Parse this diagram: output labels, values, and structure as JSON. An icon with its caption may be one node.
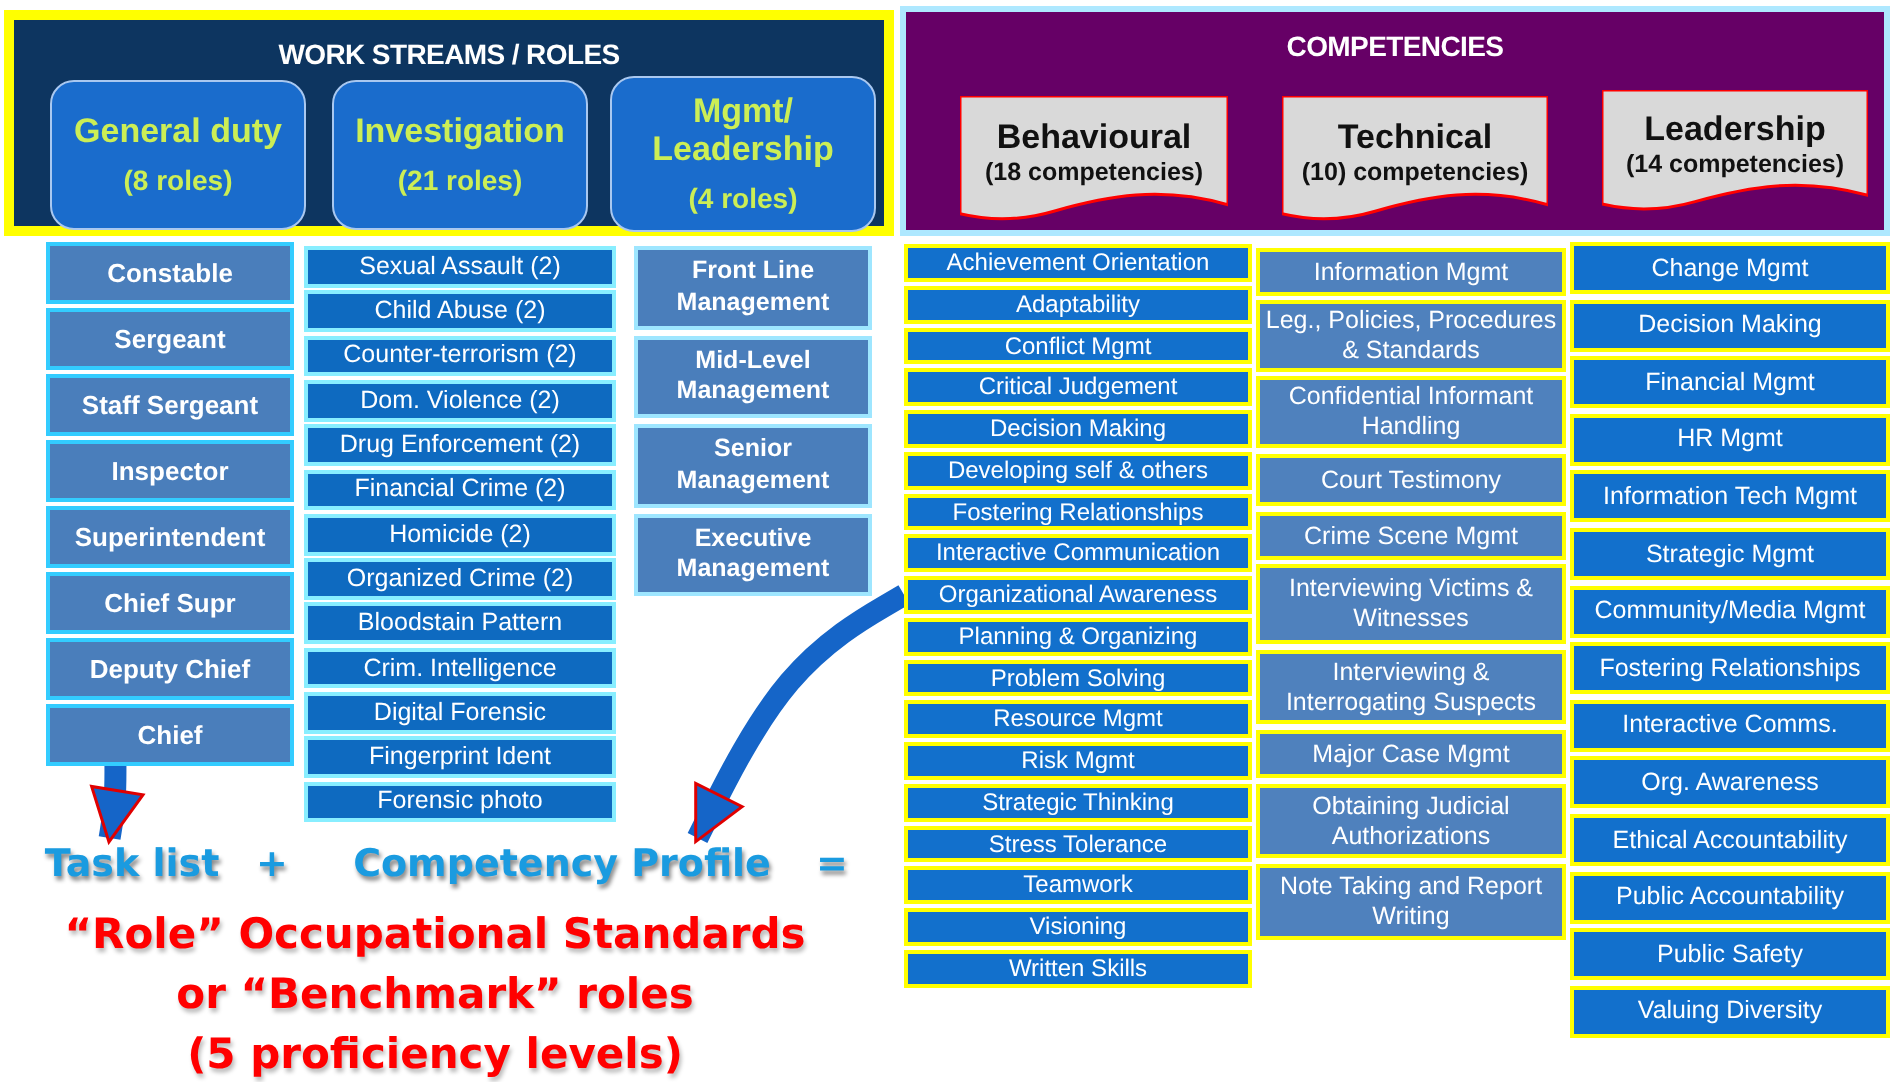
{
  "diagram": {
    "nodes": [
      {
        "text": [
          "WORK STREAMS / ROLES"
        ]
      },
      {
        "text": [
          "General duty",
          "(8 roles)"
        ],
        "in": 0
      },
      {
        "text": [
          "Investigation",
          "(21 roles)"
        ],
        "in": 0
      },
      {
        "text": [
          "Mgmt/ Leadership",
          "(4 roles)"
        ],
        "in": 0
      },
      {
        "text": [
          "COMPETENCIES"
        ]
      },
      {
        "text": [
          "Behavioural",
          "(18 competencies)"
        ],
        "in": 4
      },
      {
        "text": [
          "Technical",
          "(10) competencies)"
        ],
        "in": 4
      },
      {
        "text": [
          "Leadership",
          "(14 competencies)"
        ],
        "in": 4
      },
      {
        "text": [
          "Constable"
        ]
      },
      {
        "text": [
          "Sergeant"
        ]
      },
      {
        "text": [
          "Staff Sergeant"
        ]
      },
      {
        "text": [
          "Inspector"
        ]
      },
      {
        "text": [
          "Superintendent"
        ]
      },
      {
        "text": [
          "Chief Supr"
        ]
      },
      {
        "text": [
          "Deputy Chief"
        ]
      },
      {
        "text": [
          "Chief"
        ]
      },
      {
        "text": [
          "Sexual Assault (2)"
        ]
      },
      {
        "text": [
          "Child Abuse (2)"
        ]
      },
      {
        "text": [
          "Counter-terrorism (2)"
        ]
      },
      {
        "text": [
          "Dom. Violence (2)"
        ]
      },
      {
        "text": [
          "Drug Enforcement (2)"
        ]
      },
      {
        "text": [
          "Financial Crime (2)"
        ]
      },
      {
        "text": [
          "Homicide (2)"
        ]
      },
      {
        "text": [
          "Organized Crime (2)"
        ]
      },
      {
        "text": [
          "Bloodstain Pattern"
        ]
      },
      {
        "text": [
          "Crim. Intelligence"
        ]
      },
      {
        "text": [
          "Digital Forensic"
        ]
      },
      {
        "text": [
          "Fingerprint Ident"
        ]
      },
      {
        "text": [
          "Forensic photo"
        ]
      },
      {
        "text": [
          "Front Line Management"
        ]
      },
      {
        "text": [
          "Mid-Level Management"
        ]
      },
      {
        "text": [
          "Senior Management"
        ]
      },
      {
        "text": [
          "Executive Management"
        ]
      },
      {
        "text": [
          "Achievement Orientation"
        ]
      },
      {
        "text": [
          "Adaptability"
        ]
      },
      {
        "text": [
          "Conflict Mgmt"
        ]
      },
      {
        "text": [
          "Critical Judgement"
        ]
      },
      {
        "text": [
          "Decision Making"
        ]
      },
      {
        "text": [
          "Developing self & others"
        ]
      },
      {
        "text": [
          "Fostering Relationships"
        ]
      },
      {
        "text": [
          "Interactive Communication"
        ]
      },
      {
        "text": [
          "Organizational Awareness"
        ]
      },
      {
        "text": [
          "Planning & Organizing"
        ]
      },
      {
        "text": [
          "Problem Solving"
        ]
      },
      {
        "text": [
          "Resource Mgmt"
        ]
      },
      {
        "text": [
          "Risk Mgmt"
        ]
      },
      {
        "text": [
          "Strategic Thinking"
        ]
      },
      {
        "text": [
          "Stress Tolerance"
        ]
      },
      {
        "text": [
          "Teamwork"
        ]
      },
      {
        "text": [
          "Visioning"
        ]
      },
      {
        "text": [
          "Written Skills"
        ]
      },
      {
        "text": [
          "Information Mgmt"
        ]
      },
      {
        "text": [
          "Leg., Policies, Procedures & Standards"
        ]
      },
      {
        "text": [
          "Confidential Informant Handling"
        ]
      },
      {
        "text": [
          "Court Testimony"
        ]
      },
      {
        "text": [
          "Crime Scene Mgmt"
        ]
      },
      {
        "text": [
          "Interviewing Victims & Witnesses"
        ]
      },
      {
        "text": [
          "Interviewing & Interrogating Suspects"
        ]
      },
      {
        "text": [
          "Major Case Mgmt"
        ]
      },
      {
        "text": [
          "Obtaining Judicial Authorizations"
        ]
      },
      {
        "text": [
          "Note Taking and Report Writing"
        ]
      },
      {
        "text": [
          "Change Mgmt"
        ]
      },
      {
        "text": [
          "Decision Making"
        ]
      },
      {
        "text": [
          "Financial Mgmt"
        ]
      },
      {
        "text": [
          "HR Mgmt"
        ]
      },
      {
        "text": [
          "Information Tech Mgmt"
        ]
      },
      {
        "text": [
          "Strategic Mgmt"
        ]
      },
      {
        "text": [
          "Community/Media Mgmt"
        ]
      },
      {
        "text": [
          "Fostering Relationships"
        ]
      },
      {
        "text": [
          "Interactive Comms."
        ]
      },
      {
        "text": [
          "Org. Awareness"
        ]
      },
      {
        "text": [
          "Ethical Accountability"
        ]
      },
      {
        "text": [
          "Public Accountability"
        ]
      },
      {
        "text": [
          "Public Safety"
        ]
      },
      {
        "text": [
          "Valuing Diversity"
        ]
      },
      {
        "text": [
          "Task list"
        ]
      },
      {
        "text": [
          "Competency Profile"
        ]
      }
    ],
    "edges": [
      {
        "from": 15,
        "to": 75,
        "arrow": "to"
      },
      {
        "from": 41,
        "to": 76,
        "arrow": "to"
      }
    ],
    "labels": [
      "+",
      "=",
      "“Role” Occupational Standards or “Benchmark” roles",
      "(5 proficiency levels)"
    ]
  }
}
